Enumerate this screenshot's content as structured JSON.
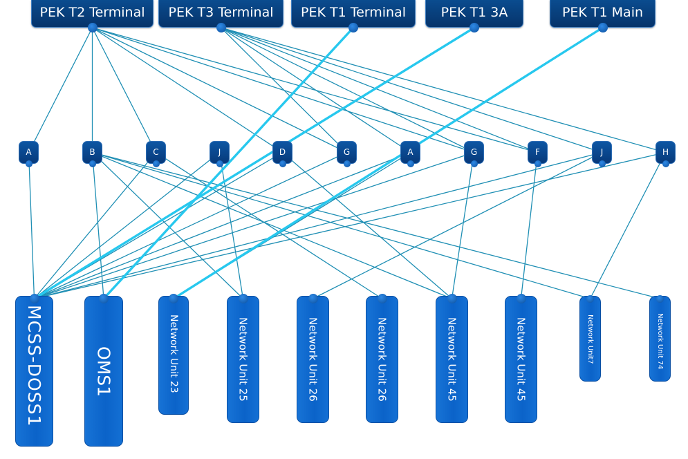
{
  "top_nodes": [
    {
      "id": "t2",
      "label": "PEK T2 Terminal"
    },
    {
      "id": "t3",
      "label": "PEK T3 Terminal"
    },
    {
      "id": "t1t",
      "label": "PEK T1 Terminal"
    },
    {
      "id": "t13a",
      "label": "PEK T1 3A"
    },
    {
      "id": "t1m",
      "label": "PEK T1 Main"
    }
  ],
  "mid_nodes": [
    {
      "id": "m0",
      "label": "A"
    },
    {
      "id": "m1",
      "label": "B"
    },
    {
      "id": "m2",
      "label": "C"
    },
    {
      "id": "m3",
      "label": "J"
    },
    {
      "id": "m4",
      "label": "D"
    },
    {
      "id": "m5",
      "label": "G"
    },
    {
      "id": "m6",
      "label": "A"
    },
    {
      "id": "m7",
      "label": "G"
    },
    {
      "id": "m8",
      "label": "F"
    },
    {
      "id": "m9",
      "label": "J"
    },
    {
      "id": "m10",
      "label": "H"
    }
  ],
  "bottom_nodes": [
    {
      "id": "b0",
      "label": "MCSS-DOSS1"
    },
    {
      "id": "b1",
      "label": "OMS1"
    },
    {
      "id": "b2",
      "label": "Network Unit 23"
    },
    {
      "id": "b3",
      "label": "Network Unit 25"
    },
    {
      "id": "b4",
      "label": "Network Unit 26"
    },
    {
      "id": "b5",
      "label": "Network Unit 26"
    },
    {
      "id": "b6",
      "label": "Network Unit 45"
    },
    {
      "id": "b7",
      "label": "Network Unit 45"
    },
    {
      "id": "b8",
      "label": "Network Unit7"
    },
    {
      "id": "b9",
      "label": "Network Unit 74"
    }
  ],
  "edges_thin": [
    [
      "t2",
      "m0"
    ],
    [
      "t2",
      "m1"
    ],
    [
      "t2",
      "m2"
    ],
    [
      "t2",
      "m4"
    ],
    [
      "t2",
      "m5"
    ],
    [
      "t2",
      "m7"
    ],
    [
      "t2",
      "m8"
    ],
    [
      "t3",
      "m5"
    ],
    [
      "t3",
      "m6"
    ],
    [
      "t3",
      "m7"
    ],
    [
      "t3",
      "m8"
    ],
    [
      "t3",
      "m9"
    ],
    [
      "t3",
      "m10"
    ],
    [
      "m0",
      "b0"
    ],
    [
      "m1",
      "b1"
    ],
    [
      "m1",
      "b3"
    ],
    [
      "m1",
      "b6"
    ],
    [
      "m1",
      "b8"
    ],
    [
      "m1",
      "b9"
    ],
    [
      "m2",
      "b0"
    ],
    [
      "m2",
      "b5"
    ],
    [
      "m3",
      "b0"
    ],
    [
      "m3",
      "b3"
    ],
    [
      "m4",
      "b0"
    ],
    [
      "m4",
      "b6"
    ],
    [
      "m5",
      "b0"
    ],
    [
      "m6",
      "b0"
    ],
    [
      "m6",
      "b2"
    ],
    [
      "m7",
      "b0"
    ],
    [
      "m7",
      "b6"
    ],
    [
      "m8",
      "b7"
    ],
    [
      "m9",
      "b0"
    ],
    [
      "m9",
      "b4"
    ],
    [
      "m10",
      "b0"
    ],
    [
      "m10",
      "b8"
    ]
  ],
  "edges_thick": [
    [
      "t1t",
      "b1"
    ],
    [
      "t13a",
      "b0"
    ],
    [
      "t1m",
      "b2"
    ]
  ],
  "colors": {
    "edge_thin": "#1f8fb4",
    "edge_thick": "#27c8ee"
  }
}
